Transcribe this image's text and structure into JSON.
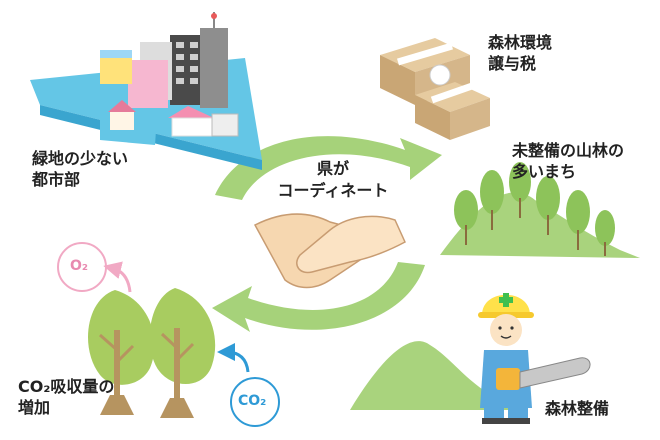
{
  "labels": {
    "city": [
      "緑地の少ない",
      "都市部"
    ],
    "tax": [
      "森林環境",
      "譲与税"
    ],
    "forest_town": [
      "未整備の山林の",
      "多いまち"
    ],
    "coordinator": [
      "県が",
      "コーディネート"
    ],
    "co2_absorb": [
      "CO₂吸収量の",
      "増加"
    ],
    "maintenance": "森林整備",
    "o2": "O₂",
    "co2": "CO₂"
  },
  "colors": {
    "cycle_arrow": "#A6D27A",
    "tree": "#A8CC60",
    "trunk": "#B69460",
    "mountain": "#A9D37D",
    "city_platform": "#64C6E6",
    "o2": "#F1A9C4",
    "co2": "#2E9AD6",
    "box": "#D5B68A"
  },
  "icons": {
    "center": "handshake-icon",
    "city": "city-buildings-icon",
    "tax": "tax-money-bundles-icon",
    "worker": "forest-worker-with-chainsaw-icon"
  }
}
